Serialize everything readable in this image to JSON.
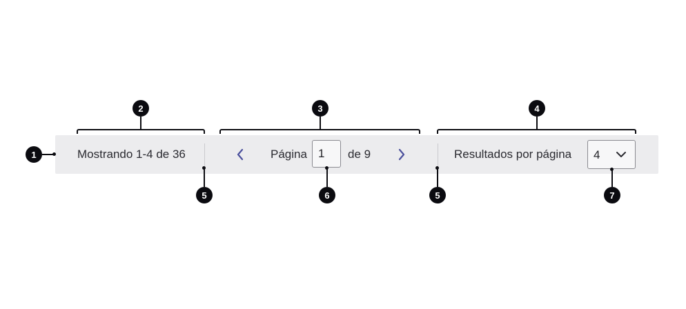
{
  "pagination": {
    "showing_text": "Mostrando 1-4 de 36",
    "page_label": "Página",
    "page_value": "1",
    "total_label": "de 9",
    "per_page_label": "Resultados por página",
    "per_page_value": "4",
    "prev_icon": "chevron-left-icon",
    "next_icon": "chevron-right-icon",
    "select_icon": "chevron-down-icon"
  },
  "callouts": {
    "m1": "1",
    "m2": "2",
    "m3": "3",
    "m4": "4",
    "m5a": "5",
    "m5b": "5",
    "m6": "6",
    "m7": "7"
  },
  "colors": {
    "bar_background": "#ececee",
    "chevron_accent": "#4a4f9c",
    "marker": "#0b0b10"
  }
}
